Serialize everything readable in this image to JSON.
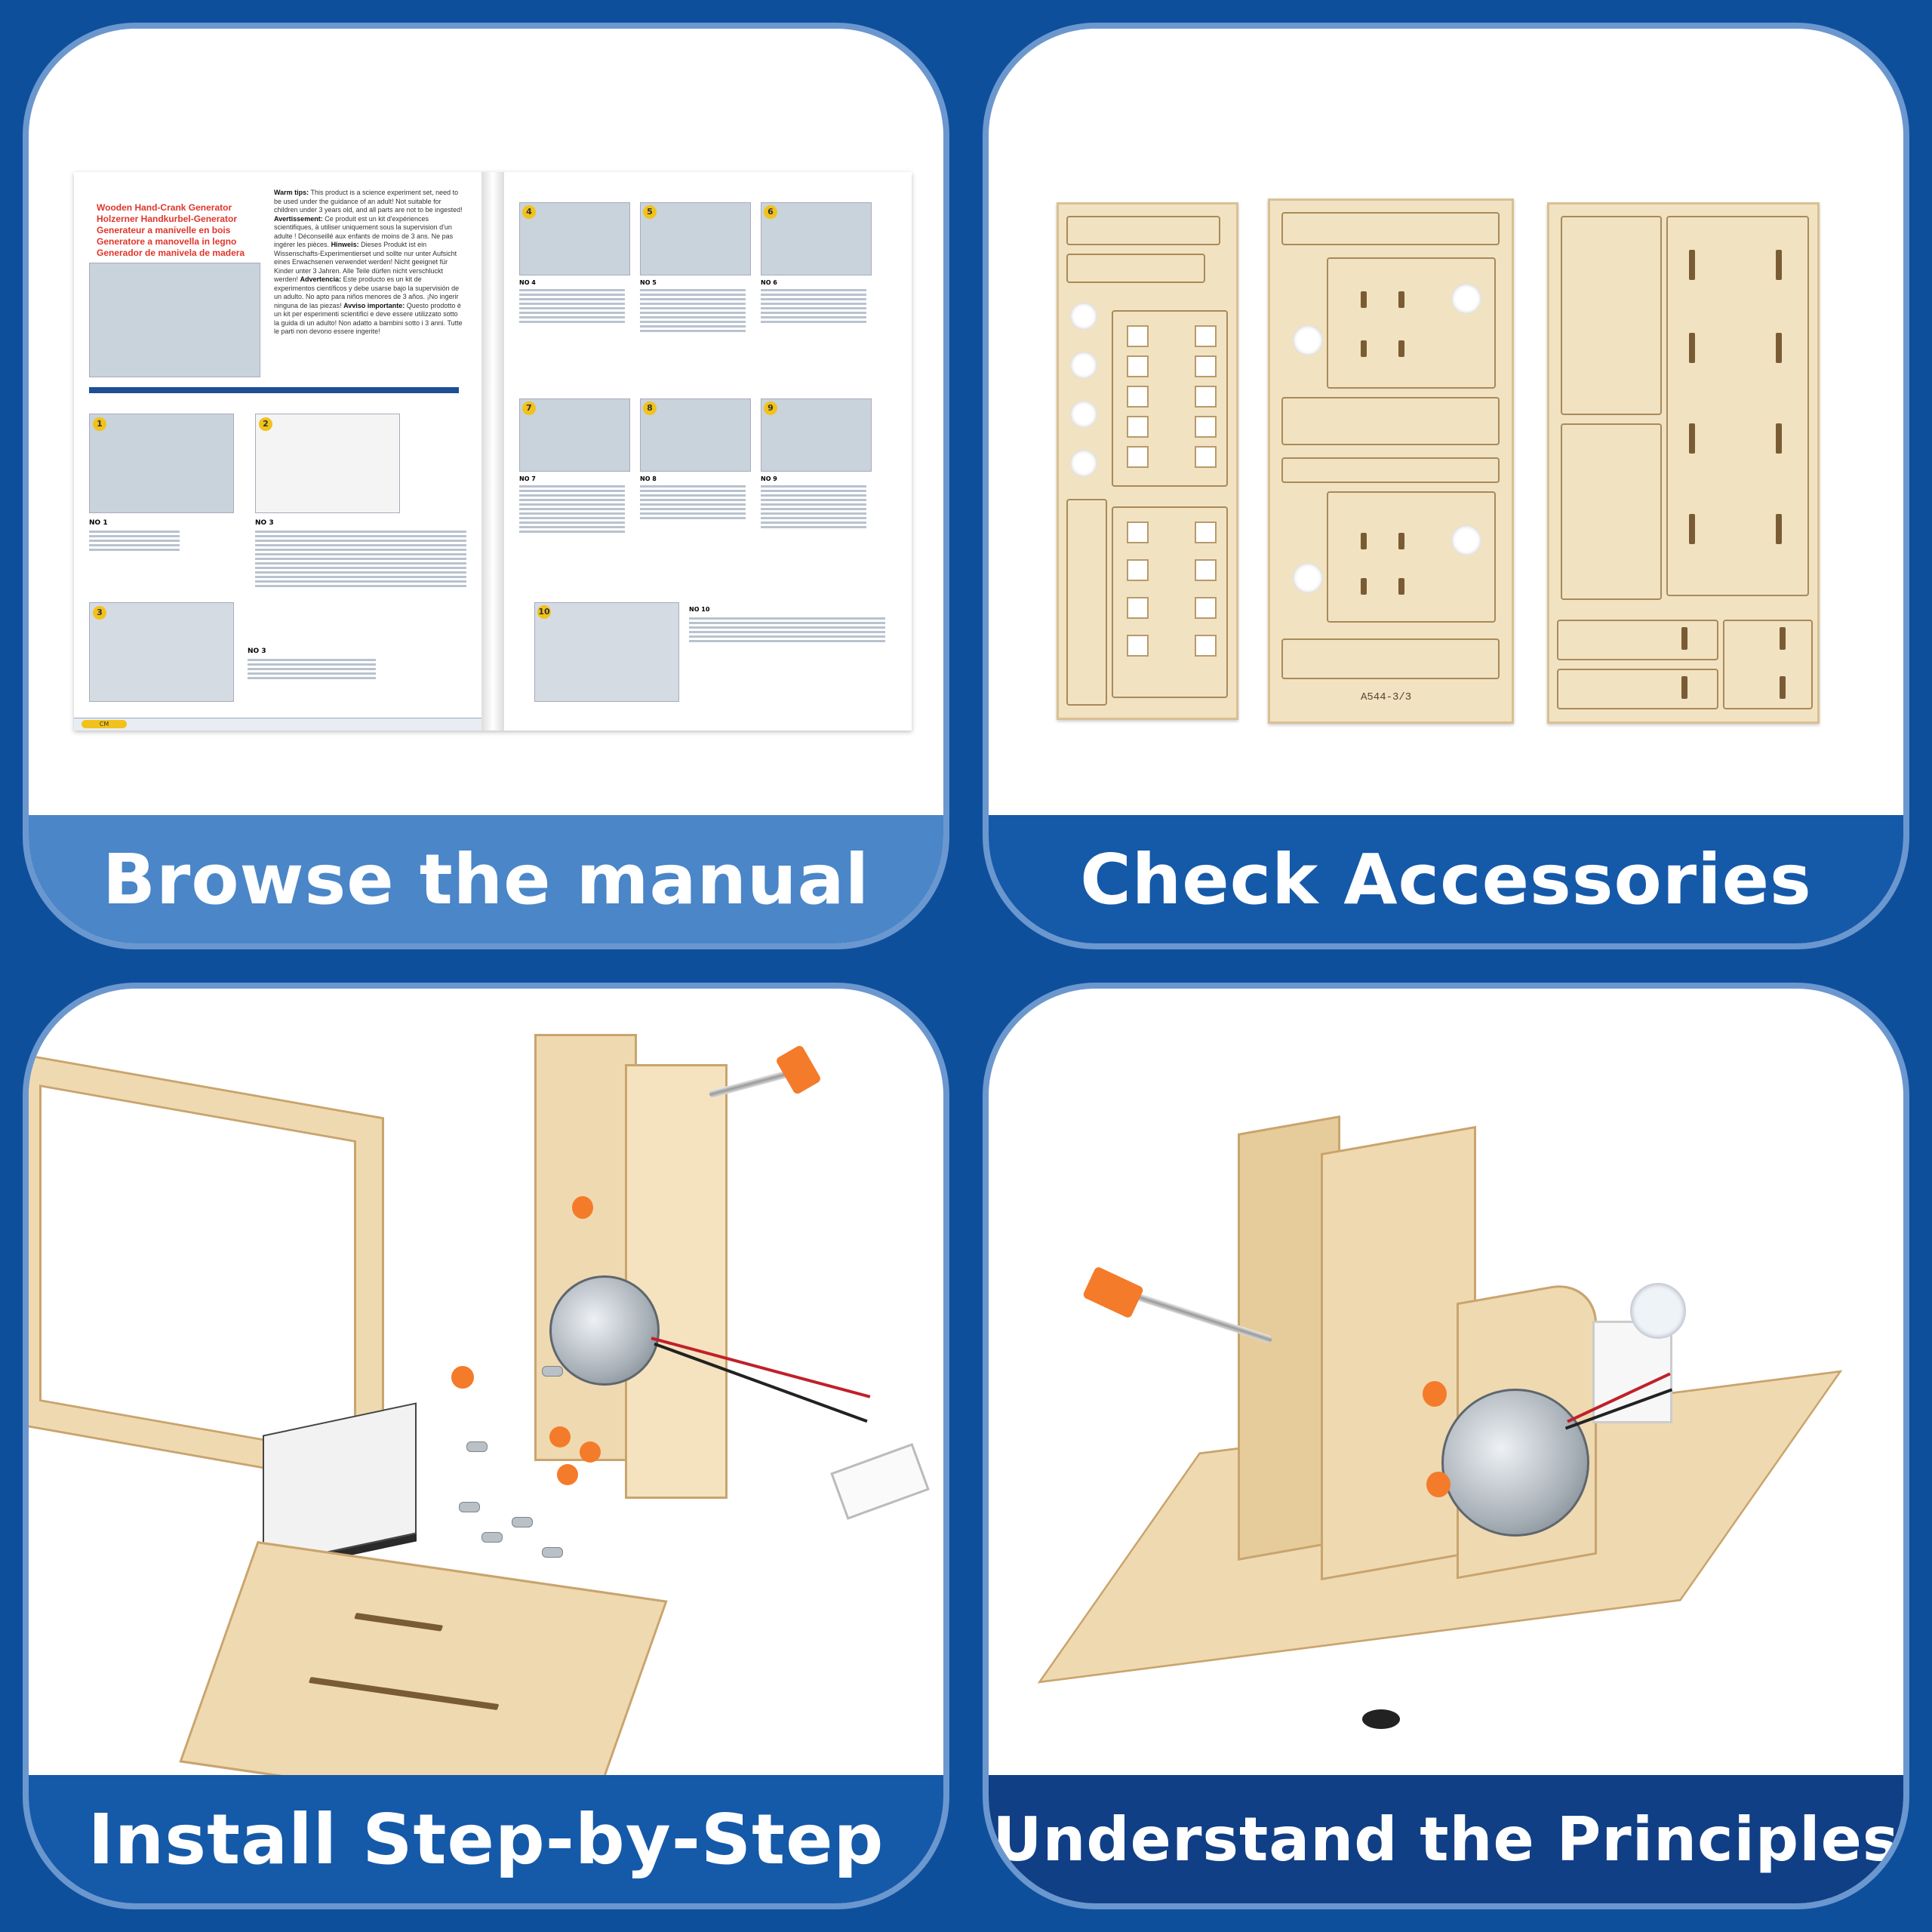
{
  "panels": [
    {
      "caption": "Browse the manual"
    },
    {
      "caption": "Check Accessories"
    },
    {
      "caption": "Install Step-by-Step"
    },
    {
      "caption": "Understand the Principles"
    }
  ],
  "manual": {
    "titles": [
      "Wooden Hand-Crank Generator",
      "Holzerner Handkurbel-Generator",
      "Generateur a manivelle en bois",
      "Generatore a manovella in legno",
      "Generador de manivela de madera"
    ],
    "warm_label": "Warm tips:",
    "warm_text": "This product is a science experiment set, need to be used under the guidance of an adult! Not suitable for children under 3 years old, and all parts are not to be ingested!",
    "avert_label": "Avertissement:",
    "avert_text": "Ce produit est un kit d'expériences scientifiques, à utiliser uniquement sous la supervision d'un adulte ! Déconseillé aux enfants de moins de 3 ans. Ne pas ingérer les pièces.",
    "hinweis_label": "Hinweis:",
    "hinweis_text": "Dieses Produkt ist ein Wissenschafts-Experimentierset und sollte nur unter Aufsicht eines Erwachsenen verwendet werden! Nicht geeignet für Kinder unter 3 Jahren. Alle Teile dürfen nicht verschluckt werden!",
    "adv_label": "Advertencia:",
    "adv_text": "Este producto es un kit de experimentos científicos y debe usarse bajo la supervisión de un adulto. No apto para niños menores de 3 años. ¡No ingerir ninguna de las piezas!",
    "avviso_label": "Avviso importante:",
    "avviso_text": "Questo prodotto è un kit per esperimenti scientifici e deve essere utilizzato sotto la guida di un adulto! Non adatto a bambini sotto i 3 anni. Tutte le parti non devono essere ingerite!",
    "steps_left": [
      "1",
      "2",
      "3"
    ],
    "steps_right": [
      "4",
      "5",
      "6",
      "7",
      "8",
      "9",
      "10"
    ],
    "step_labels_left": [
      "NO 1",
      "NO 3",
      "NO 3"
    ],
    "step_labels_right": [
      "NO 4",
      "NO 5",
      "NO 6",
      "NO 7",
      "NO 8",
      "NO 9",
      "NO 10"
    ],
    "ruler_label": "CM"
  },
  "accessories": {
    "board_code": "A544-3/3"
  },
  "colors": {
    "background": "#0e4f9c",
    "panel_border": "#6b97cf",
    "caption_light": "#4a86c8",
    "caption_mid": "#1559a9",
    "caption_dark": "#103f86",
    "manual_title": "#e0352b",
    "wood": "#efd9b0"
  }
}
